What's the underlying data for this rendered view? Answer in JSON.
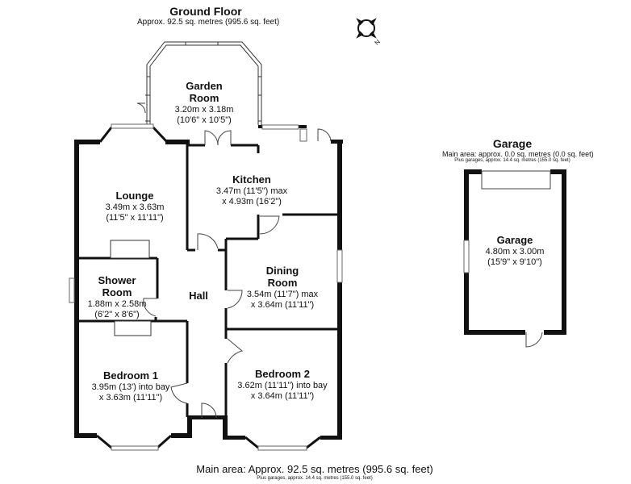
{
  "ground_floor": {
    "title": "Ground Floor",
    "area": "Approx. 92.5 sq. metres (995.6 sq. feet)"
  },
  "garage_block": {
    "title": "Garage",
    "area": "Main area: approx. 0.0 sq. metres (0.0 sq. feet)",
    "plus": "Plus garages, approx. 14.4 sq. metres (155.0 sq. feet)"
  },
  "rooms": {
    "garden_room": {
      "name_line1": "Garden",
      "name_line2": "Room",
      "dims": "3.20m x 3.18m",
      "dims_imp": "(10'6\" x 10'5\")"
    },
    "kitchen": {
      "name": "Kitchen",
      "dims_line1": "3.47m (11'5\") max",
      "dims_line2": "x 4.93m (16'2\")"
    },
    "lounge": {
      "name": "Lounge",
      "dims": "3.49m x 3.63m",
      "dims_imp": "(11'5\" x 11'11\")"
    },
    "shower_room": {
      "name_line1": "Shower",
      "name_line2": "Room",
      "dims": "1.88m x 2.58m",
      "dims_imp": "(6'2\" x 8'6\")"
    },
    "hall": {
      "name": "Hall"
    },
    "dining_room": {
      "name_line1": "Dining",
      "name_line2": "Room",
      "dims_line1": "3.54m (11'7\") max",
      "dims_line2": "x 3.64m (11'11\")"
    },
    "bedroom1": {
      "name": "Bedroom 1",
      "dims_line1": "3.95m (13') into bay",
      "dims_line2": "x 3.63m (11'11\")"
    },
    "bedroom2": {
      "name": "Bedroom 2",
      "dims_line1": "3.62m (11'11\") into bay",
      "dims_line2": "x 3.64m (11'11\")"
    },
    "garage": {
      "name": "Garage",
      "dims": "4.80m x 3.00m",
      "dims_imp": "(15'9\" x 9'10\")"
    }
  },
  "compass": {
    "label": "N",
    "icon": "compass-icon"
  },
  "footer": {
    "main": "Main area: Approx. 92.5 sq. metres (995.6 sq. feet)",
    "plus": "Plus garages, approx. 14.4 sq. metres (155.0 sq. feet)"
  }
}
